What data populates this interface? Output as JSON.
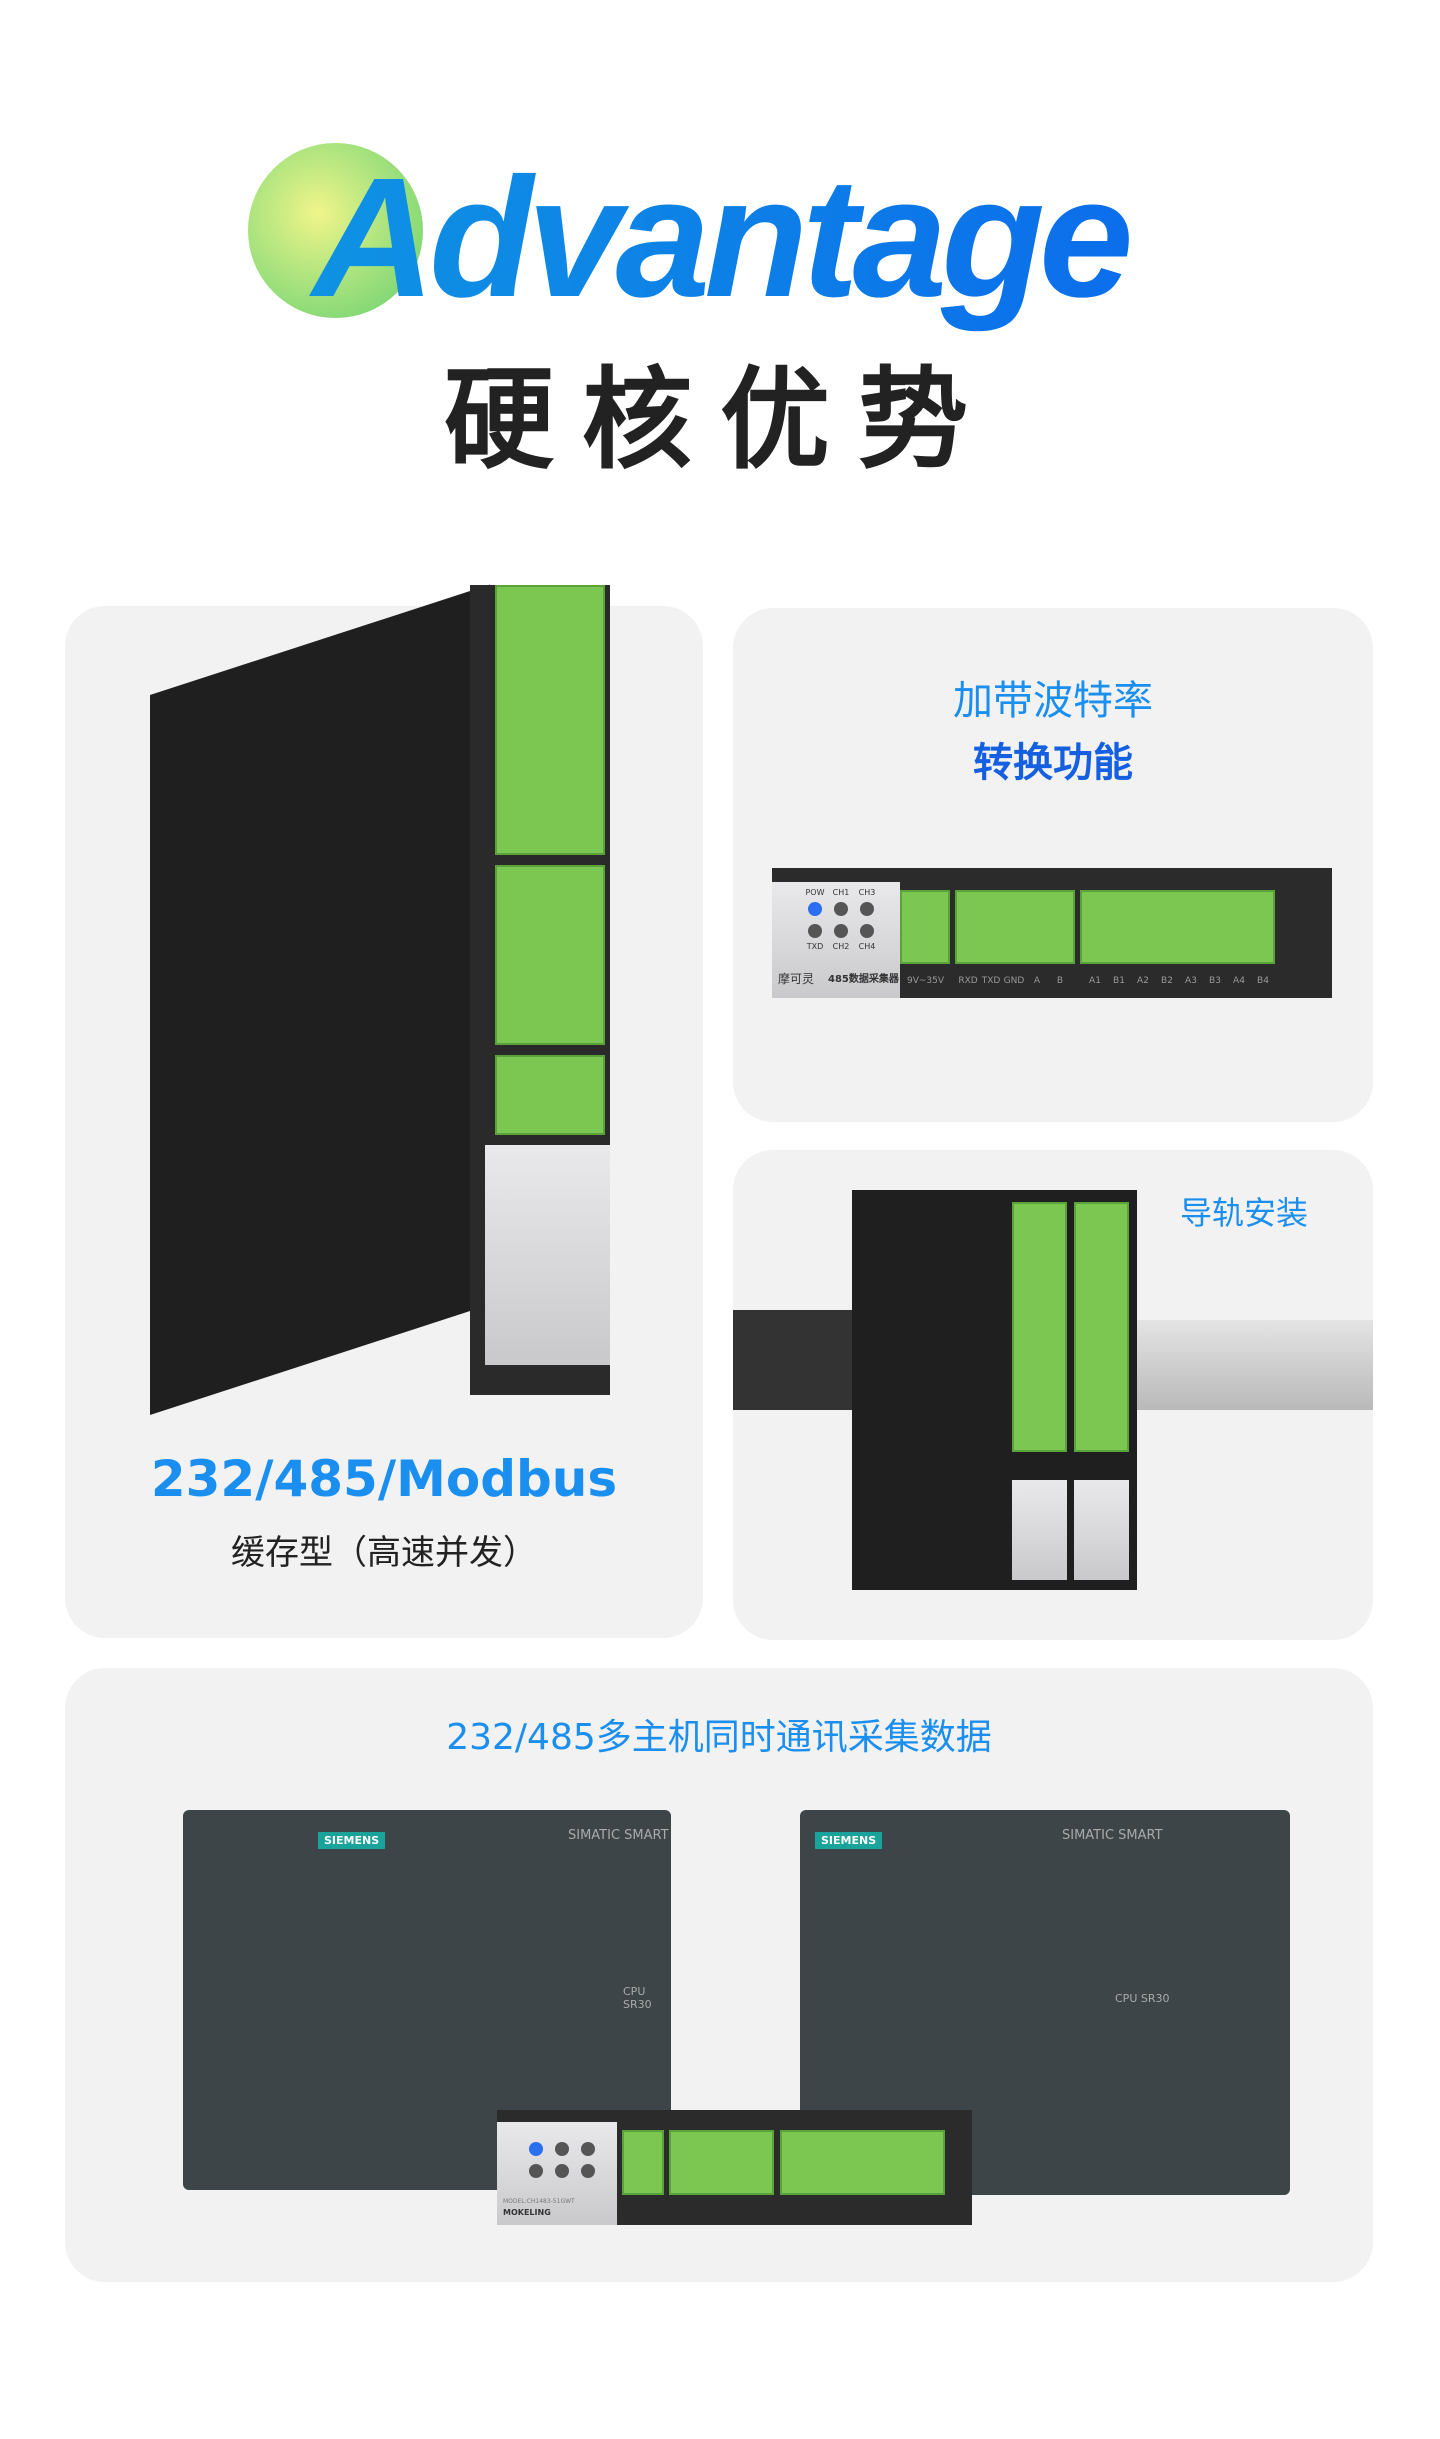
{
  "header": {
    "title_en": "Advantage",
    "title_cn": "硬核优势"
  },
  "card_left": {
    "title": "232/485/Modbus",
    "subtitle": "缓存型（高速并发）"
  },
  "card_top_right": {
    "line1": "加带波特率",
    "line2": "转换功能"
  },
  "card_rail": {
    "title": "导轨安装"
  },
  "card_bottom": {
    "title": "232/485多主机同时通讯采集数据"
  },
  "device": {
    "brand_cn": "摩可灵",
    "brand_en": "MOKELING",
    "product": "485数据采集器",
    "model": "MODEL:CH1483-51GWT",
    "leds_top": [
      "POW",
      "CH1",
      "CH3"
    ],
    "leds_bottom": [
      "TXD",
      "CH2",
      "CH4"
    ],
    "power": "9V~35V",
    "ports": [
      "RXD",
      "TXD",
      "GND",
      "A",
      "B",
      "A1",
      "B1",
      "A2",
      "B2",
      "A3",
      "B3",
      "A4",
      "B4"
    ]
  },
  "plc": {
    "brand": "SIEMENS",
    "series": "SIMATIC SMART",
    "cpu": "CPU SR30"
  }
}
